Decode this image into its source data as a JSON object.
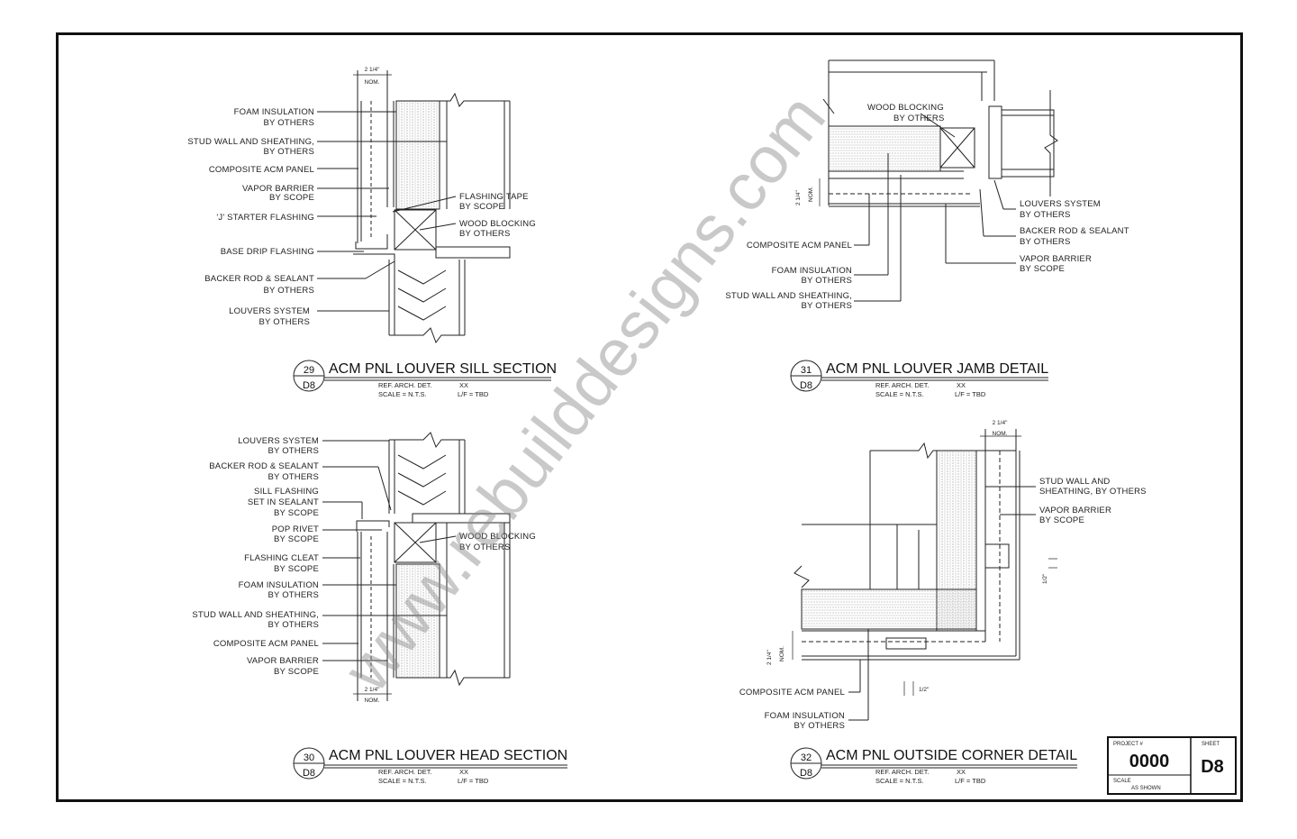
{
  "watermark": "www.rebuilddesigns.com",
  "details": [
    {
      "number": "29",
      "sheet": "D8",
      "title": "ACM PNL LOUVER SILL SECTION",
      "ref_label": "REF. ARCH. DET.",
      "ref_value": "XX",
      "scale": "SCALE = N.T.S.",
      "lf": "L/F = TBD",
      "dims": [
        "2 1/4\"",
        "NOM."
      ],
      "labels_left": [
        [
          "FOAM INSULATION",
          "BY OTHERS"
        ],
        [
          "STUD WALL AND SHEATHING,",
          "BY OTHERS"
        ],
        [
          "COMPOSITE ACM PANEL"
        ],
        [
          "VAPOR BARRIER",
          "BY SCOPE"
        ],
        [
          "'J' STARTER FLASHING"
        ],
        [
          "BASE DRIP FLASHING"
        ],
        [
          "BACKER ROD & SEALANT",
          "BY OTHERS"
        ],
        [
          "LOUVERS SYSTEM",
          "BY OTHERS"
        ]
      ],
      "labels_right": [
        [
          "FLASHING TAPE",
          "BY SCOPE"
        ],
        [
          "WOOD BLOCKING",
          "BY OTHERS"
        ]
      ]
    },
    {
      "number": "30",
      "sheet": "D8",
      "title": "ACM PNL LOUVER HEAD SECTION",
      "ref_label": "REF. ARCH. DET.",
      "ref_value": "XX",
      "scale": "SCALE = N.T.S.",
      "lf": "L/F = TBD",
      "dims": [
        "2 1/4\"",
        "NOM."
      ],
      "labels_left": [
        [
          "LOUVERS SYSTEM",
          "BY OTHERS"
        ],
        [
          "BACKER ROD & SEALANT",
          "BY OTHERS"
        ],
        [
          "SILL FLASHING",
          "SET IN SEALANT",
          "BY SCOPE"
        ],
        [
          "POP RIVET",
          "BY SCOPE"
        ],
        [
          "FLASHING CLEAT",
          "BY SCOPE"
        ],
        [
          "FOAM INSULATION",
          "BY OTHERS"
        ],
        [
          "STUD WALL AND SHEATHING,",
          "BY OTHERS"
        ],
        [
          "COMPOSITE ACM PANEL"
        ],
        [
          "VAPOR BARRIER",
          "BY SCOPE"
        ]
      ],
      "labels_right": [
        [
          "WOOD BLOCKING",
          "BY OTHERS"
        ]
      ]
    },
    {
      "number": "31",
      "sheet": "D8",
      "title": "ACM PNL LOUVER JAMB DETAIL",
      "ref_label": "REF. ARCH. DET.",
      "ref_value": "XX",
      "scale": "SCALE = N.T.S.",
      "lf": "L/F = TBD",
      "dims": [
        "2 1/4\"",
        "NOM."
      ],
      "labels_left": [
        [
          "WOOD BLOCKING",
          "BY OTHERS"
        ],
        [
          "COMPOSITE ACM PANEL"
        ],
        [
          "FOAM INSULATION",
          "BY OTHERS"
        ],
        [
          "STUD WALL AND SHEATHING,",
          "BY OTHERS"
        ]
      ],
      "labels_right": [
        [
          "LOUVERS SYSTEM",
          "BY OTHERS"
        ],
        [
          "BACKER ROD & SEALANT",
          "BY OTHERS"
        ],
        [
          "VAPOR BARRIER",
          "BY SCOPE"
        ]
      ]
    },
    {
      "number": "32",
      "sheet": "D8",
      "title": "ACM PNL OUTSIDE CORNER DETAIL",
      "ref_label": "REF. ARCH. DET.",
      "ref_value": "XX",
      "scale": "SCALE = N.T.S.",
      "lf": "L/F = TBD",
      "dims": [
        "2 1/4\"",
        "NOM.",
        "1/2\"",
        "1/2\""
      ],
      "labels_left": [
        [
          "COMPOSITE ACM PANEL"
        ],
        [
          "FOAM INSULATION",
          "BY OTHERS"
        ]
      ],
      "labels_right": [
        [
          "STUD WALL AND",
          "SHEATHING, BY OTHERS"
        ],
        [
          "VAPOR BARRIER",
          "BY SCOPE"
        ]
      ]
    }
  ],
  "title_block": {
    "project_label": "PROJECT #",
    "project_number": "0000",
    "sheet_label": "SHEET",
    "sheet_number": "D8",
    "scale_label": "SCALE",
    "scale_value": "AS SHOWN"
  }
}
